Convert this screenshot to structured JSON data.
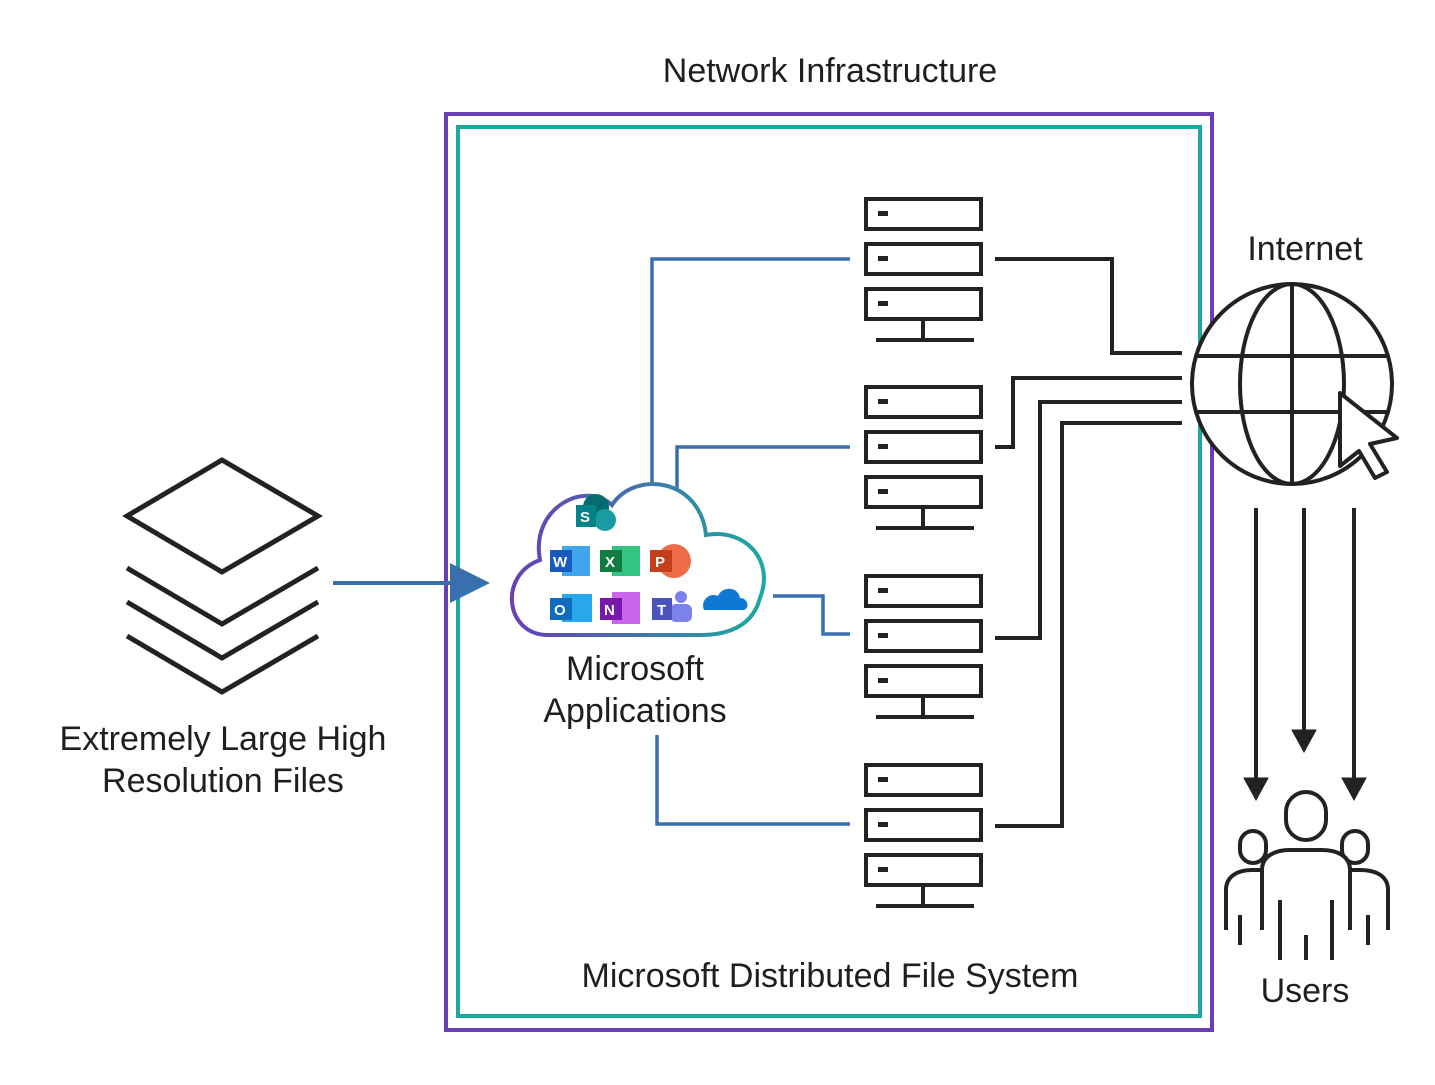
{
  "labels": {
    "network_infrastructure": "Network Infrastructure",
    "distributed_file_system": "Microsoft Distributed File System",
    "files_line1": "Extremely Large High",
    "files_line2": "Resolution Files",
    "apps_line1": "Microsoft",
    "apps_line2": "Applications",
    "internet": "Internet",
    "users": "Users"
  },
  "app_icons": [
    {
      "name": "sharepoint-icon",
      "letter": "S",
      "color": "#038387"
    },
    {
      "name": "word-icon",
      "letter": "W",
      "color": "#185abd"
    },
    {
      "name": "excel-icon",
      "letter": "X",
      "color": "#107c41"
    },
    {
      "name": "powerpoint-icon",
      "letter": "P",
      "color": "#c43e1c"
    },
    {
      "name": "outlook-icon",
      "letter": "O",
      "color": "#0f6cbd"
    },
    {
      "name": "onenote-icon",
      "letter": "N",
      "color": "#7719aa"
    },
    {
      "name": "teams-icon",
      "letter": "T",
      "color": "#5059c9"
    },
    {
      "name": "onedrive-icon",
      "letter": "",
      "color": "#0f78d4"
    }
  ],
  "colors": {
    "outer_border": "#6a3fb5",
    "inner_border": "#1aa99f",
    "app_links": "#3a6fae",
    "internet_links": "#222222",
    "cloud_gradient_start": "#6a3fb5",
    "cloud_gradient_end": "#1aa99f"
  }
}
